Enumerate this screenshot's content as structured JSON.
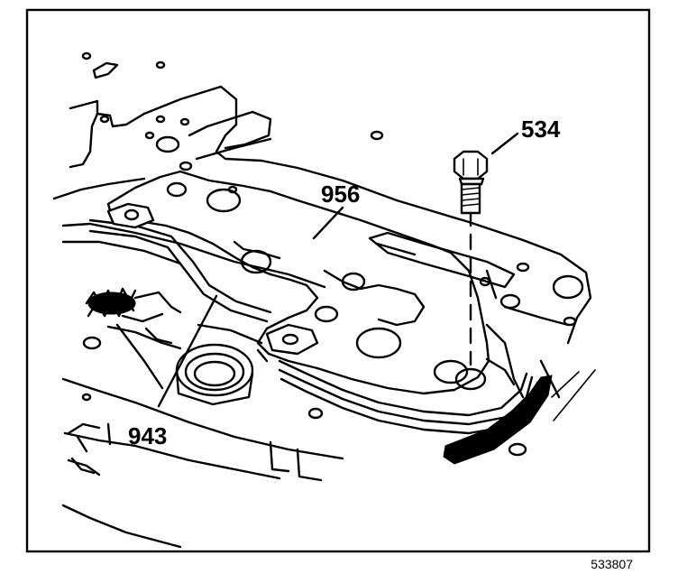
{
  "callouts": {
    "bolt": "534",
    "gasket": "956",
    "harness": "943"
  },
  "figure_id": "533807"
}
